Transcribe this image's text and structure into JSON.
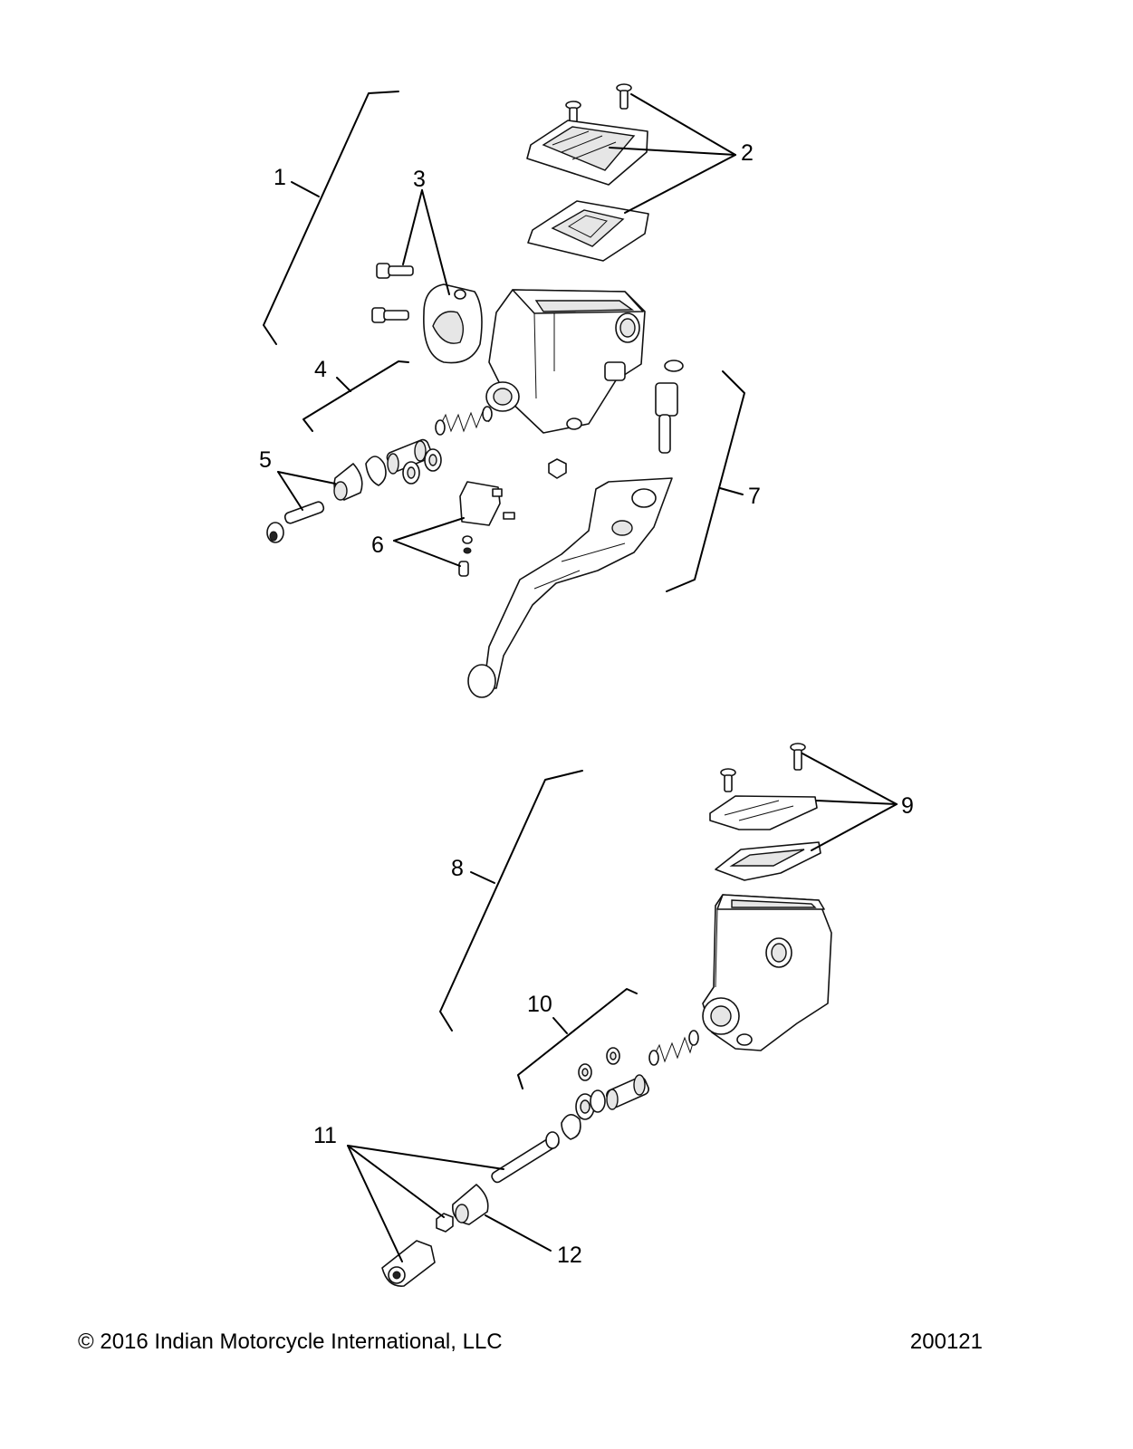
{
  "callouts": [
    "1",
    "2",
    "3",
    "4",
    "5",
    "6",
    "7",
    "8",
    "9",
    "10",
    "11",
    "12"
  ],
  "footer": {
    "copyright": "© 2016 Indian Motorcycle International, LLC",
    "diagram_id": "200121"
  }
}
